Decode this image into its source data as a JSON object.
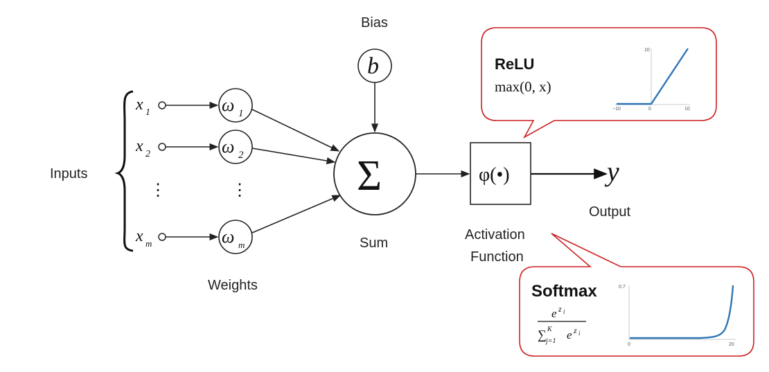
{
  "labels": {
    "bias": "Bias",
    "inputs": "Inputs",
    "weights": "Weights",
    "sum": "Sum",
    "activation_line1": "Activation",
    "activation_line2": "Function",
    "output": "Output"
  },
  "symbols": {
    "x": "x",
    "x_sub_1": "1",
    "x_sub_2": "2",
    "x_sub_m": "m",
    "w": "ω",
    "w_sub_1": "1",
    "w_sub_2": "2",
    "w_sub_m": "m",
    "bias": "b",
    "sum": "Σ",
    "activation": "φ(•)",
    "output": "y",
    "vdots": "⋮"
  },
  "relu": {
    "title": "ReLU",
    "formula": "max(0, x)",
    "ticks": {
      "y_top": "10",
      "x_left": "−10",
      "x_origin": "0",
      "x_right": "10"
    }
  },
  "softmax": {
    "title": "Softmax",
    "numerator": "e",
    "numerator_sup": "z",
    "numerator_sup_sub": "i",
    "denominator_sigma": "∑",
    "denominator_upper": "K",
    "denominator_lower": "j=1",
    "denominator_e": "e",
    "denominator_sup": "z",
    "denominator_sup_sub": "i",
    "ticks": {
      "y_top": "0.7",
      "x_origin": "0",
      "x_right": "20"
    }
  },
  "colors": {
    "callout_border": "#cc1f1f",
    "curve": "#2e75b6",
    "stroke": "#222222"
  }
}
